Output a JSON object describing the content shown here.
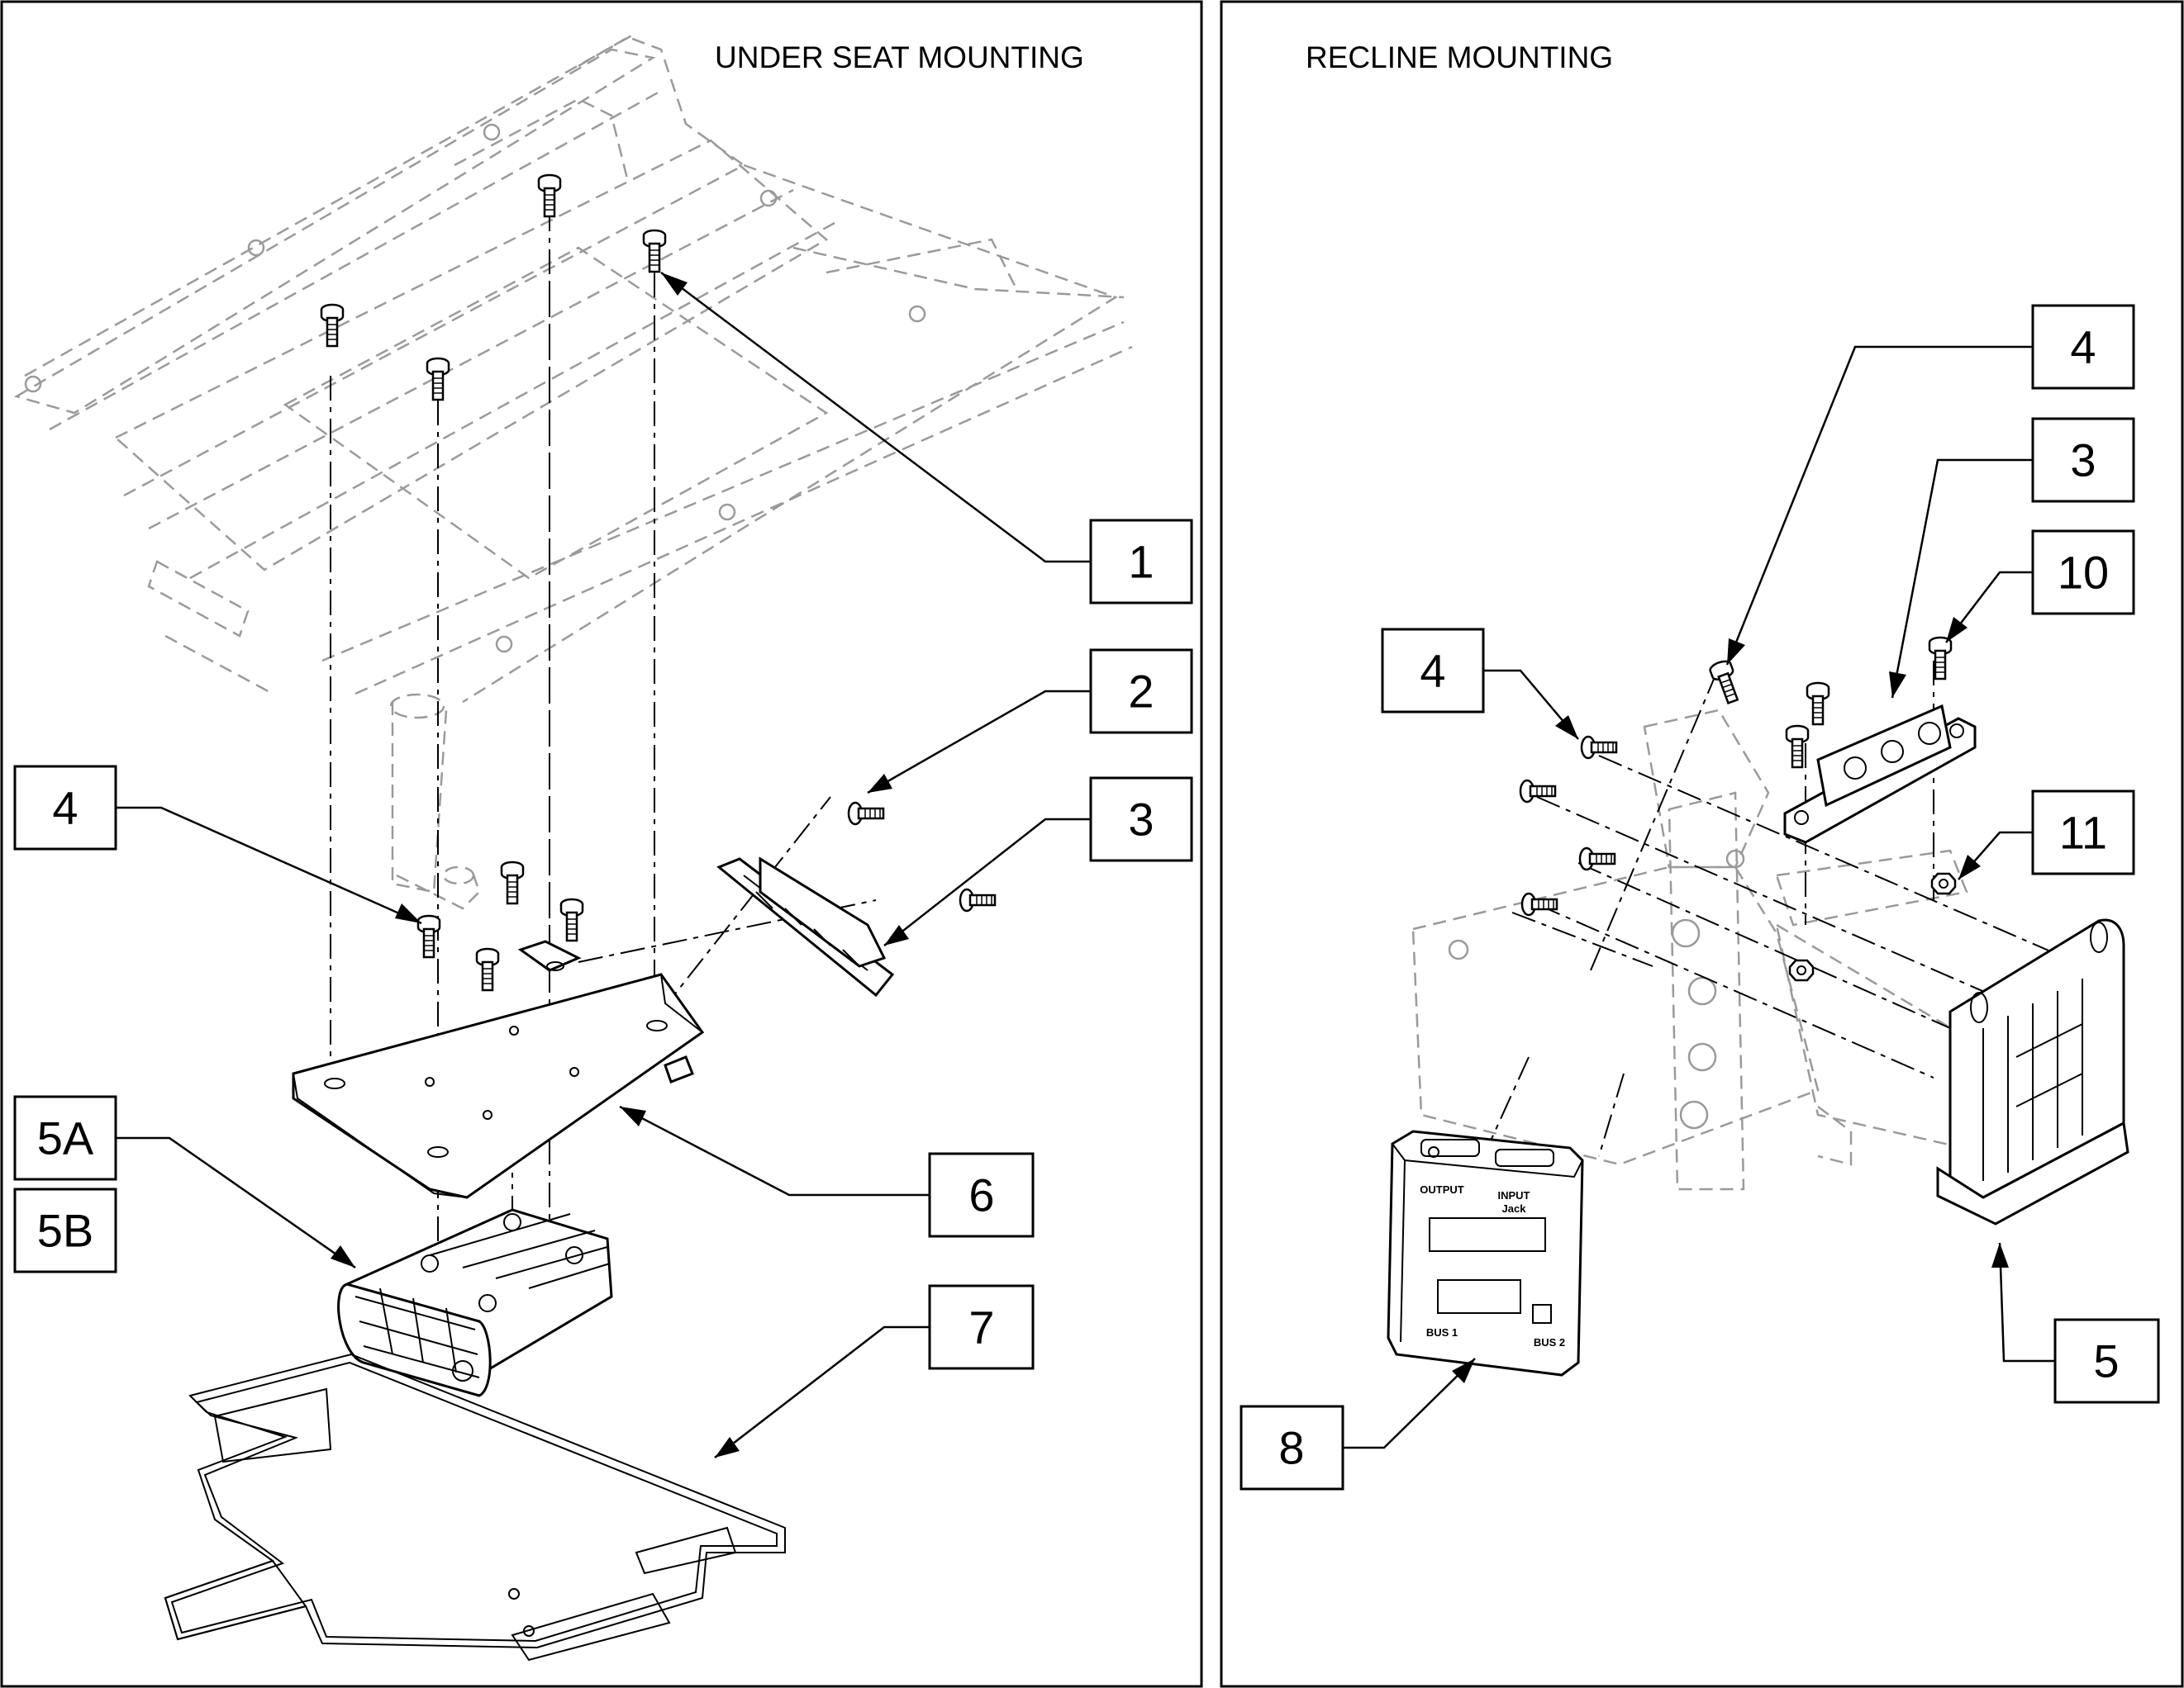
{
  "panels": {
    "under_seat": {
      "title": "UNDER SEAT MOUNTING"
    },
    "recline": {
      "title": "RECLINE MOUNTING"
    }
  },
  "callouts": {
    "under_seat": [
      {
        "id": "us-1",
        "label": "1"
      },
      {
        "id": "us-2",
        "label": "2"
      },
      {
        "id": "us-3",
        "label": "3"
      },
      {
        "id": "us-4",
        "label": "4"
      },
      {
        "id": "us-5a",
        "label": "5A"
      },
      {
        "id": "us-5b",
        "label": "5B"
      },
      {
        "id": "us-6",
        "label": "6"
      },
      {
        "id": "us-7",
        "label": "7"
      }
    ],
    "recline": [
      {
        "id": "rc-4-top",
        "label": "4"
      },
      {
        "id": "rc-3",
        "label": "3"
      },
      {
        "id": "rc-10",
        "label": "10"
      },
      {
        "id": "rc-4-left",
        "label": "4"
      },
      {
        "id": "rc-11",
        "label": "11"
      },
      {
        "id": "rc-5",
        "label": "5"
      },
      {
        "id": "rc-8",
        "label": "8"
      }
    ]
  },
  "module_labels": {
    "output": "OUTPUT",
    "input": "INPUT",
    "jack": "Jack",
    "bus1": "BUS 1",
    "bus2": "BUS 2"
  }
}
